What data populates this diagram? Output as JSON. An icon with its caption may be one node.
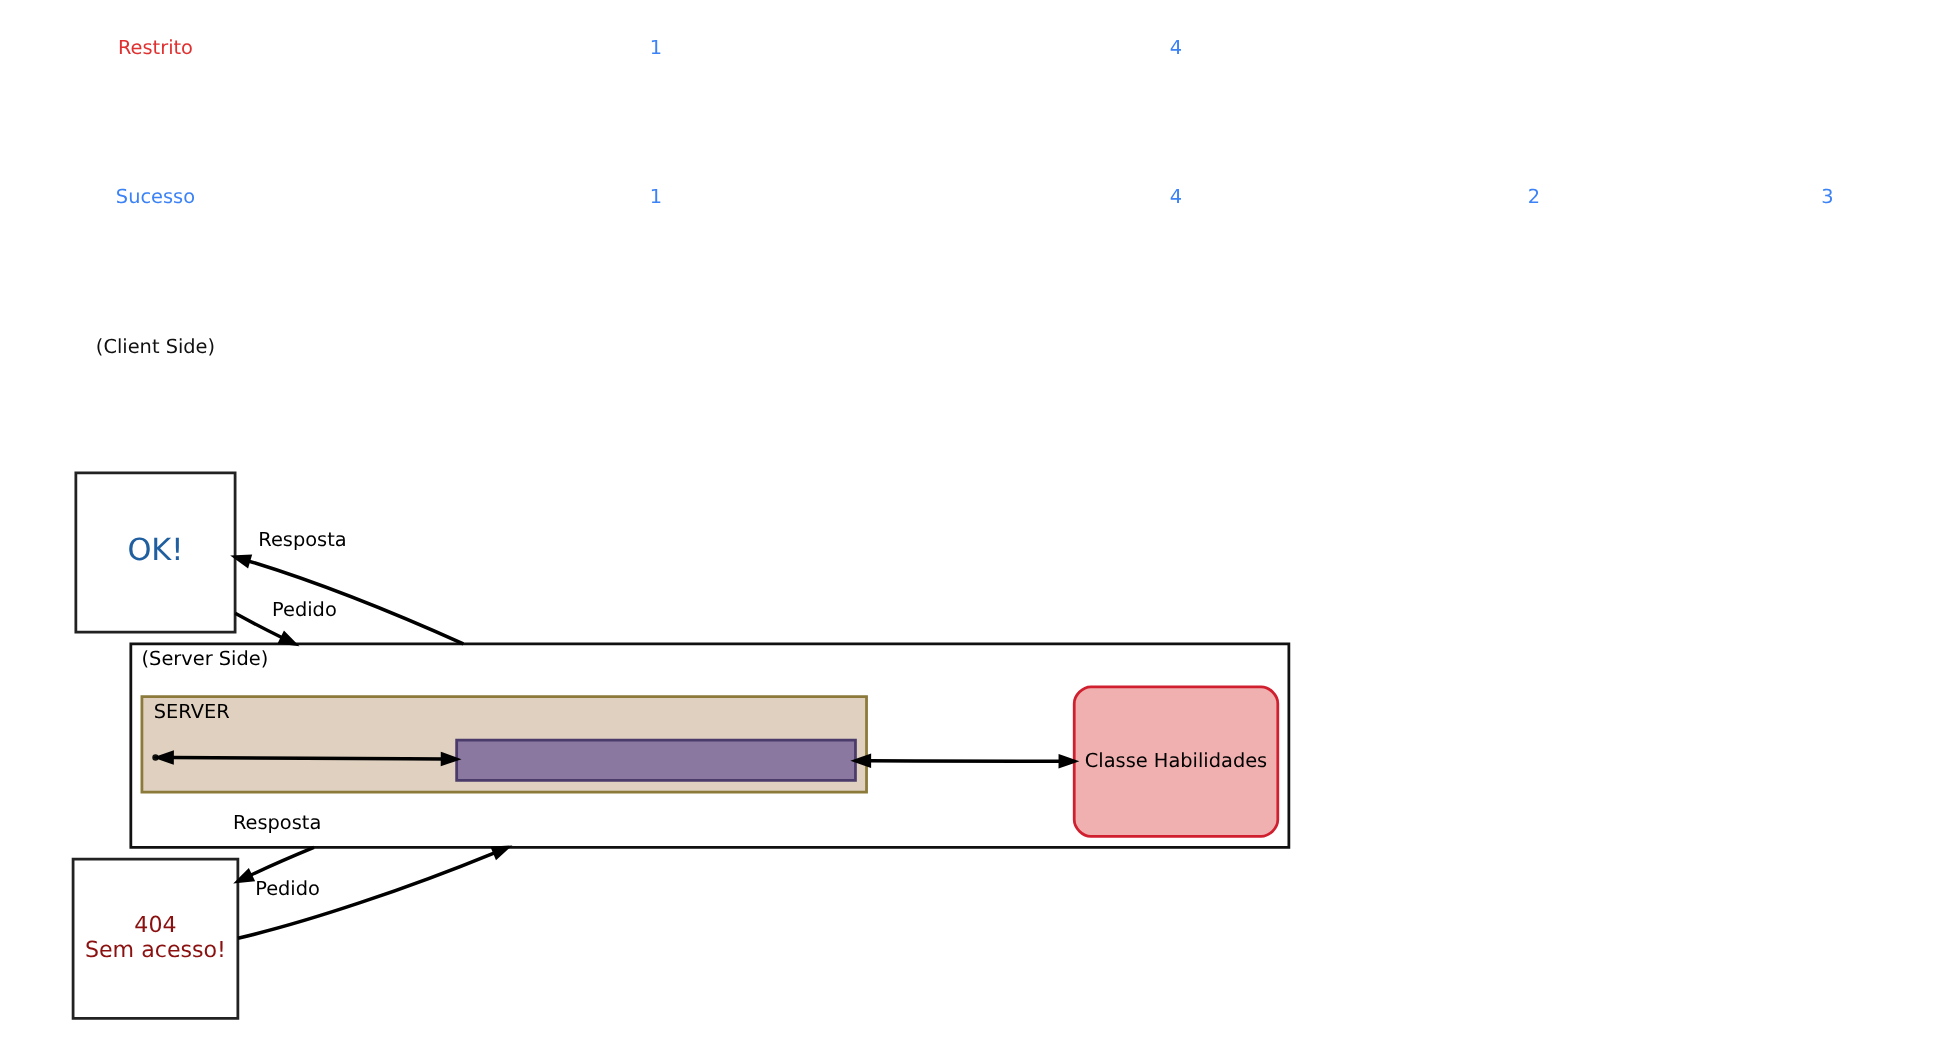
{
  "diagram": {
    "nodes": [
      {
        "text": [
          "OK!"
        ]
      },
      {
        "text": [
          "404",
          "Sem acesso!"
        ]
      },
      {
        "text": [
          "(Server Side)"
        ]
      },
      {
        "text": [
          "SERVER"
        ],
        "in": 2
      },
      {
        "text": [],
        "shape": "bar",
        "in": 3
      },
      {
        "text": [
          "Classe Habilidades"
        ],
        "in": 2
      }
    ],
    "edges": [
      {
        "from": 0,
        "to": 2,
        "arrow": "to",
        "label": "Pedido"
      },
      {
        "from": 2,
        "to": 0,
        "arrow": "to",
        "label": "Resposta"
      },
      {
        "from": 1,
        "to": 2,
        "arrow": "to",
        "label": "Pedido"
      },
      {
        "from": 2,
        "to": 1,
        "arrow": "to",
        "label": "Resposta"
      },
      {
        "from": 3,
        "to": 4,
        "arrow": "both"
      },
      {
        "from": 4,
        "to": 5,
        "arrow": "both"
      }
    ],
    "labels": [
      "(Client Side)",
      "Sucesso",
      "1",
      "4",
      "2",
      "3",
      "Restrito",
      "1",
      "4"
    ]
  }
}
